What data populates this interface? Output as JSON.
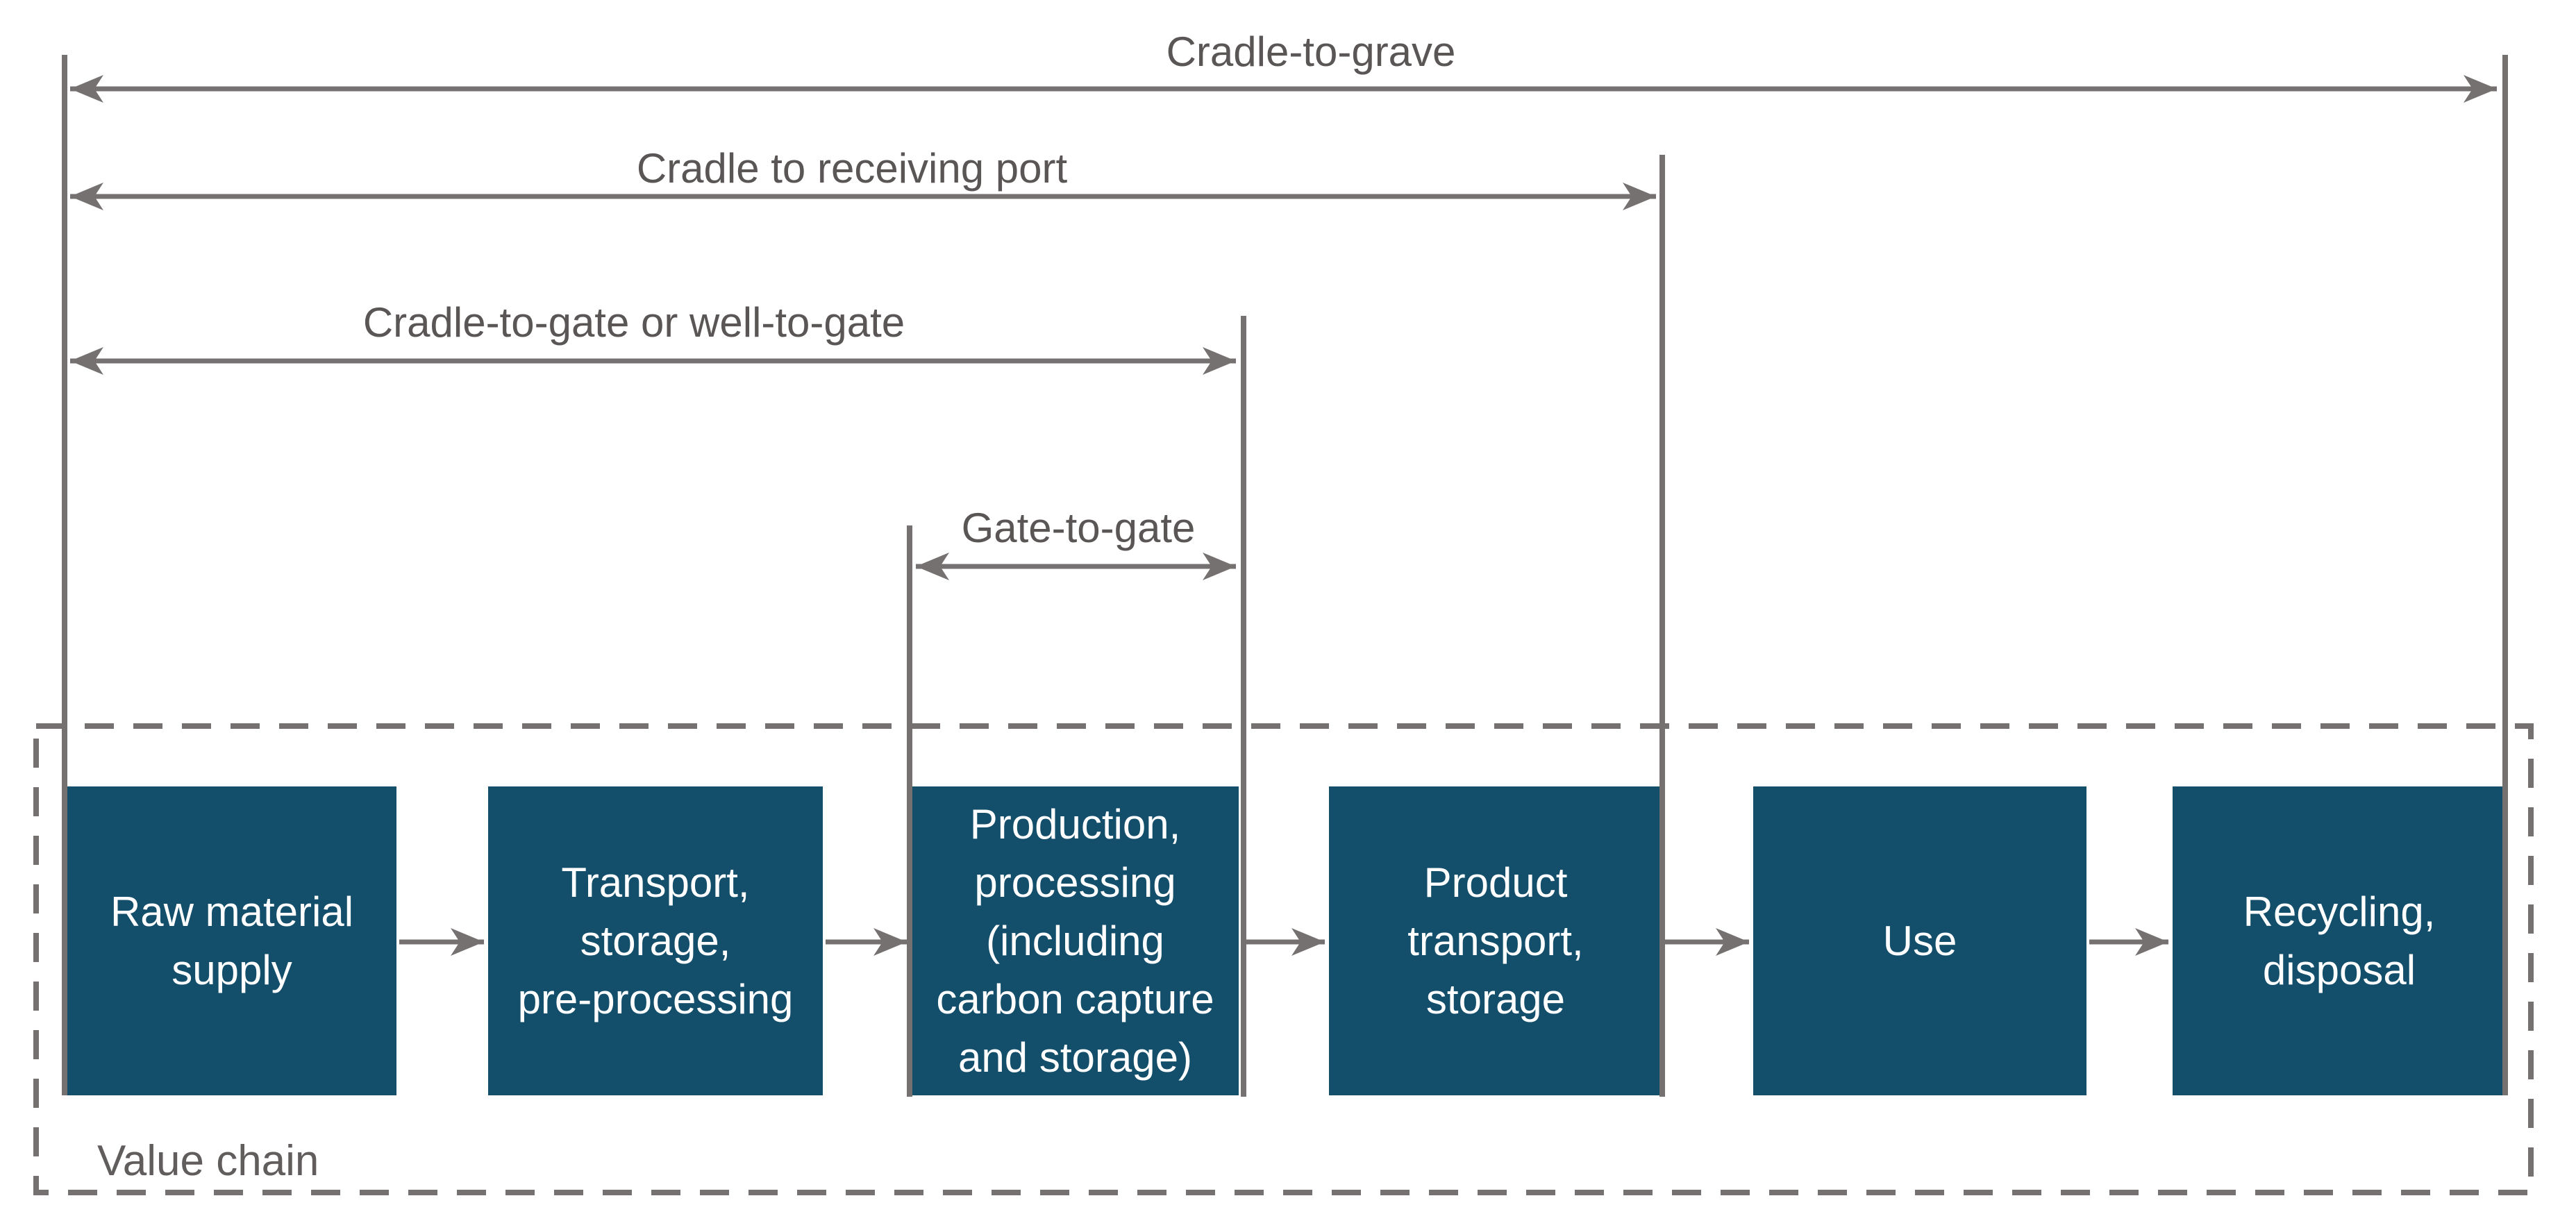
{
  "diagram": {
    "title_hint": "Life-cycle assessment system boundaries over a value chain",
    "scopes": [
      {
        "id": "cradle-to-grave",
        "label": "Cradle-to-grave"
      },
      {
        "id": "cradle-to-receiving-port",
        "label": "Cradle to receiving port"
      },
      {
        "id": "cradle-to-gate",
        "label": "Cradle-to-gate or well-to-gate"
      },
      {
        "id": "gate-to-gate",
        "label": "Gate-to-gate"
      }
    ],
    "value_chain": {
      "label": "Value chain",
      "stages": [
        {
          "id": "raw-material-supply",
          "label": "Raw material\nsupply"
        },
        {
          "id": "transport-storage-pre-processing",
          "label": "Transport,\nstorage,\npre-processing"
        },
        {
          "id": "production-processing",
          "label": "Production,\nprocessing\n(including\ncarbon capture\nand storage)"
        },
        {
          "id": "product-transport-storage",
          "label": "Product\ntransport,\nstorage"
        },
        {
          "id": "use",
          "label": "Use"
        },
        {
          "id": "recycling-disposal",
          "label": "Recycling,\ndisposal"
        }
      ]
    },
    "colors": {
      "stage_fill": "#134e6b",
      "stage_text": "#ffffff",
      "line_gray": "#767171",
      "scope_text": "#5a5656"
    }
  }
}
